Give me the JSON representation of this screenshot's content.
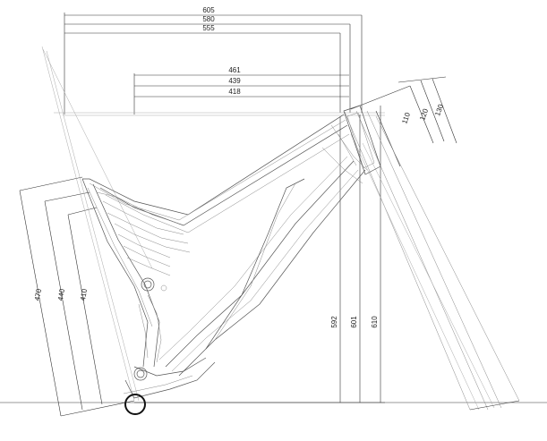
{
  "reach_dims": [
    "605",
    "580",
    "555"
  ],
  "stack_top_dims": [
    "461",
    "439",
    "418"
  ],
  "head_tube_dims": [
    "110",
    "120",
    "130"
  ],
  "seat_tube_dims": [
    "470",
    "440",
    "410"
  ],
  "stack_dims": [
    "592",
    "601",
    "610"
  ]
}
